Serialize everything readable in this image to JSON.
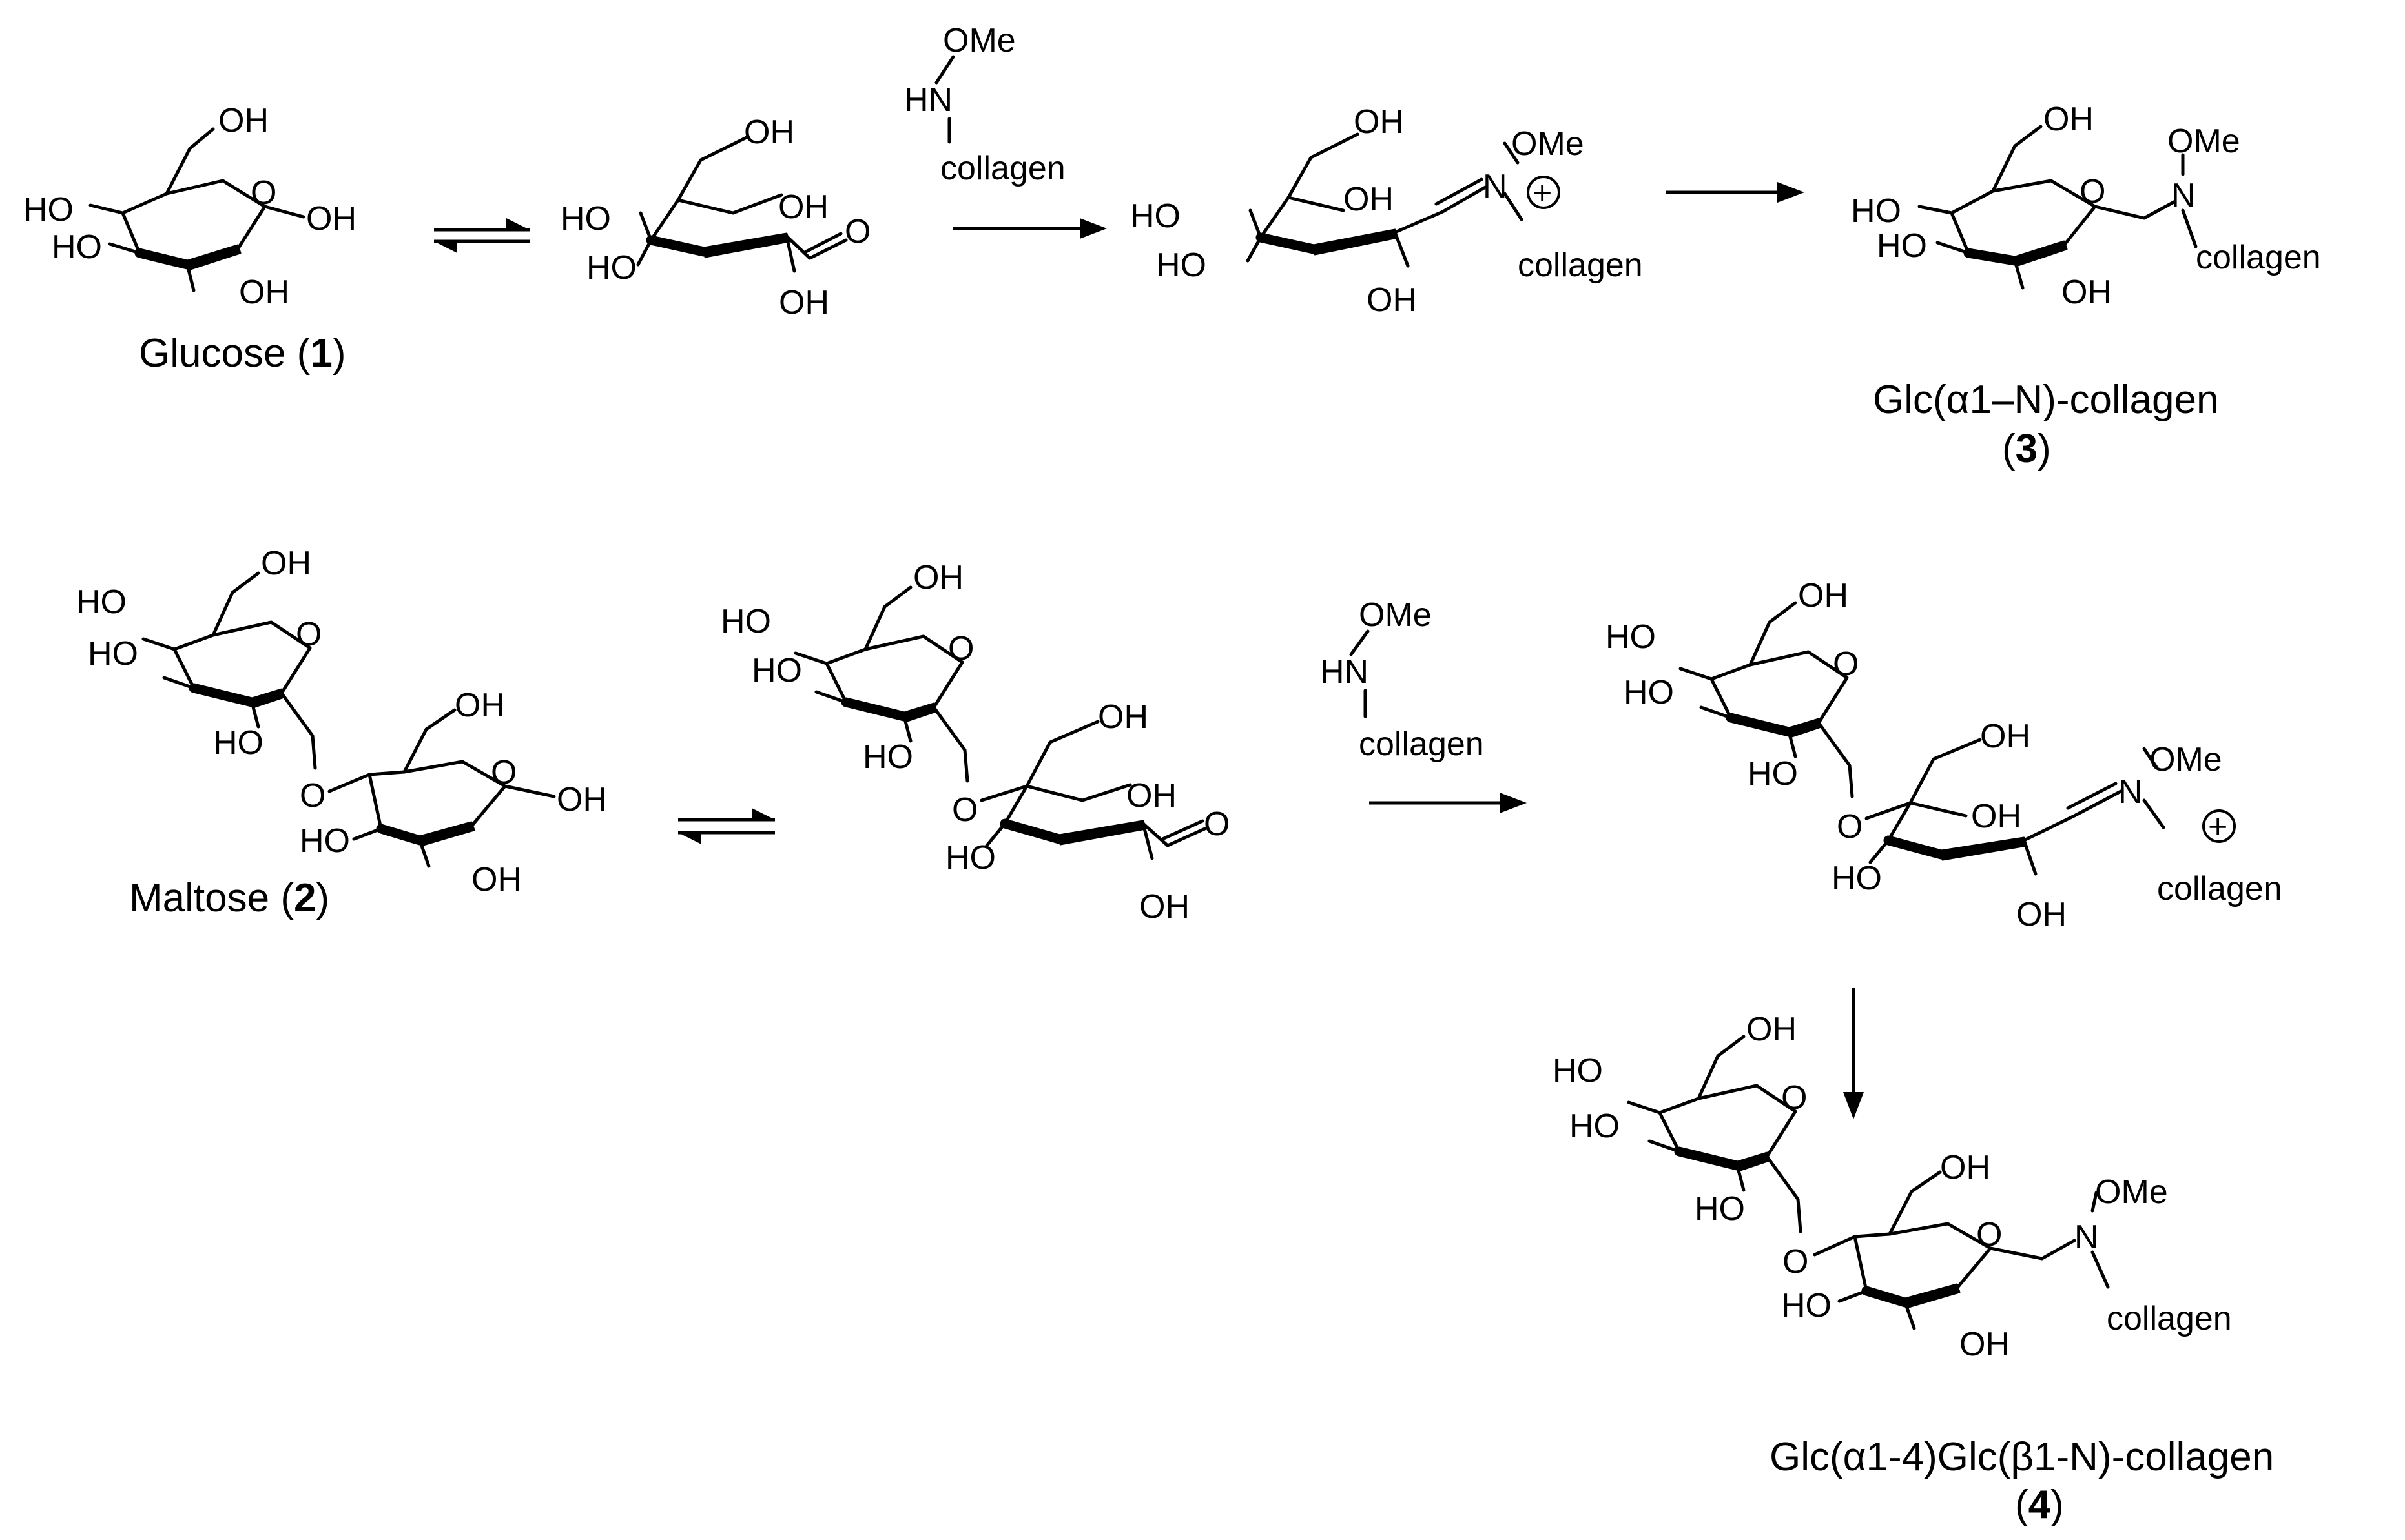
{
  "labels": {
    "oh": "OH",
    "ho": "HO",
    "o": "O",
    "n": "N",
    "hn": "HN",
    "ome": "OMe",
    "collagen": "collagen",
    "plus": "+"
  },
  "captions": {
    "glucose_name": "Glucose (",
    "glucose_num": "1",
    "maltose_name": "Maltose (",
    "maltose_num": "2",
    "close": ")",
    "open": "(",
    "product3_name": "Glc(α1–N)-collagen",
    "product3_num": "3",
    "product4_name": "Glc(α1-4)Glc(β1-N)-collagen",
    "product4_num": "4"
  },
  "reagent": {
    "top": "OMe",
    "middle": "HN",
    "bottom": "collagen"
  },
  "compounds": [
    "Glucose (1)",
    "Maltose (2)",
    "Glc(α1–N)-collagen (3)",
    "Glc(α1-4)Glc(β1-N)-collagen (4)"
  ],
  "reaction_rows": [
    {
      "row": "glucose",
      "steps": [
        "Glucose (1)",
        "open-chain aldehyde",
        "N-methoxy iminium with collagen",
        "Glc(α1–N)-collagen (3)"
      ],
      "arrows": [
        "equilibrium",
        "reagent",
        "plain"
      ]
    },
    {
      "row": "maltose",
      "steps": [
        "Maltose (2)",
        "open-chain aldehyde",
        "N-methoxy iminium with collagen",
        "Glc(α1-4)Glc(β1-N)-collagen (4)"
      ],
      "arrows": [
        "equilibrium",
        "reagent",
        "plain-down"
      ]
    }
  ]
}
